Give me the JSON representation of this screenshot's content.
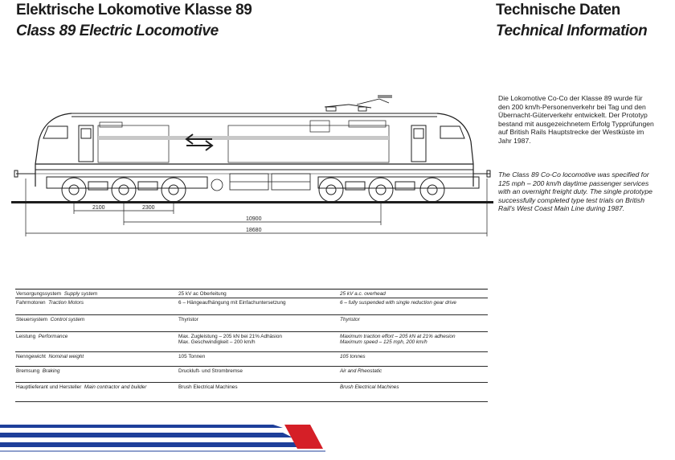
{
  "header": {
    "title_de": "Elektrische Lokomotive Klasse 89",
    "title_en": "Class 89 Electric Locomotive",
    "tech_de": "Technische Daten",
    "tech_en": "Technical Information"
  },
  "description": {
    "de": "Die Lokomotive Co-Co der Klasse 89 wurde für den 200 km/h-Personenverkehr bei Tag und den Übernacht-Güterverkehr entwickelt. Der Prototyp bestand mit ausgezeichnetem Erfolg Typprüfungen auf British Rails Hauptstrecke der Westküste im Jahr 1987.",
    "en": "The Class 89 Co-Co locomotive was specified for 125 mph – 200 km/h daytime passenger services with an overnight freight duty. The single prototype successfully completed type test trials on British Rail's West Coast Main Line during 1987."
  },
  "dimensions": {
    "bogie_wheelbase": "2100",
    "axle_spacing": "2300",
    "bogie_centres": "10900",
    "overall_length": "18680"
  },
  "specs": [
    {
      "label_de": "Versorgungssystem",
      "label_en": "Supply system",
      "value_de": "25 kV ac Oberleitung",
      "value_en": "25 kV a.c. overhead"
    },
    {
      "label_de": "Fahrmotoren",
      "label_en": "Traction Motors",
      "value_de": "6 – Hängeaufhängung mit Einfachuntersetzung",
      "value_en": "6 – fully suspended with single reduction gear drive"
    },
    {
      "label_de": "Steuersystem",
      "label_en": "Control system",
      "value_de": "Thyristor",
      "value_en": "Thyristor"
    },
    {
      "label_de": "Leistung",
      "label_en": "Performance",
      "value_de": "Max. Zugleistung – 205 kN bei 21% Adhäsion",
      "value_de2": "Max. Geschwindigkeit – 200 km/h",
      "value_en": "Maximum traction effort – 205 kN at 21% adhesion",
      "value_en2": "Maximum speed – 125 mph, 200 km/h"
    },
    {
      "label_de": "Nenngewicht",
      "label_en": "Nominal weight",
      "value_de": "105 Tonnen",
      "value_en": "105 tonnes"
    },
    {
      "label_de": "Bremsung",
      "label_en": "Braking",
      "value_de": "Druckluft- und Strombremse",
      "value_en": "Air and Rheostatic"
    },
    {
      "label_de": "Hauptlieferant und Hersteller",
      "label_en": "Main contractor and builder",
      "value_de": "Brush Electrical Machines",
      "value_en": "Brush Electrical Machines"
    }
  ],
  "colors": {
    "stripe_blue": "#1e3f9a",
    "stripe_red": "#d51f27",
    "ink": "#1c1c1c"
  }
}
